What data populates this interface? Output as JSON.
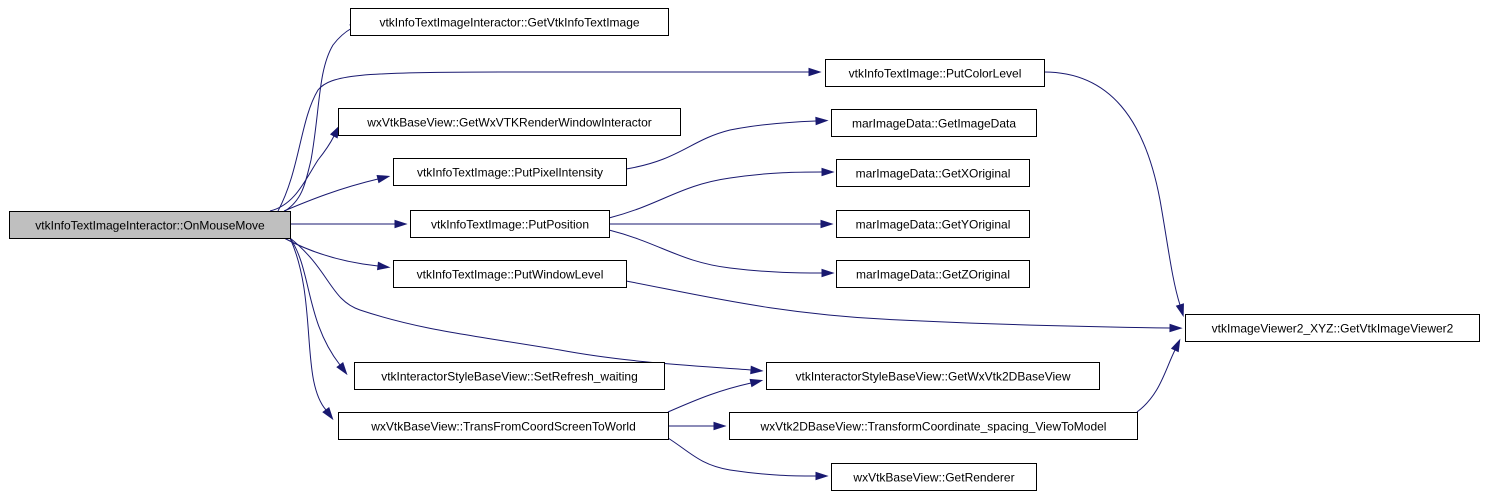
{
  "graph": {
    "nodes": [
      {
        "id": "root",
        "label": "vtkInfoTextImageInteractor::OnMouseMove"
      },
      {
        "id": "n1",
        "label": "vtkInfoTextImageInteractor::GetVtkInfoTextImage"
      },
      {
        "id": "n2",
        "label": "wxVtkBaseView::GetWxVTKRenderWindowInteractor"
      },
      {
        "id": "n3",
        "label": "vtkInfoTextImage::PutPixelIntensity"
      },
      {
        "id": "n4",
        "label": "vtkInfoTextImage::PutPosition"
      },
      {
        "id": "n5",
        "label": "vtkInfoTextImage::PutWindowLevel"
      },
      {
        "id": "n6",
        "label": "vtkInteractorStyleBaseView::SetRefresh_waiting"
      },
      {
        "id": "n7",
        "label": "wxVtkBaseView::TransFromCoordScreenToWorld"
      },
      {
        "id": "n8",
        "label": "vtkInfoTextImage::PutColorLevel"
      },
      {
        "id": "n9",
        "label": "marImageData::GetImageData"
      },
      {
        "id": "n10",
        "label": "marImageData::GetXOriginal"
      },
      {
        "id": "n11",
        "label": "marImageData::GetYOriginal"
      },
      {
        "id": "n12",
        "label": "marImageData::GetZOriginal"
      },
      {
        "id": "n13",
        "label": "vtkInteractorStyleBaseView::GetWxVtk2DBaseView"
      },
      {
        "id": "n14",
        "label": "wxVtk2DBaseView::TransformCoordinate_spacing_ViewToModel"
      },
      {
        "id": "n15",
        "label": "wxVtkBaseView::GetRenderer"
      },
      {
        "id": "n16",
        "label": "vtkImageViewer2_XYZ::GetVtkImageViewer2"
      }
    ],
    "edges": [
      {
        "from": "root",
        "to": "n1"
      },
      {
        "from": "root",
        "to": "n2"
      },
      {
        "from": "root",
        "to": "n3"
      },
      {
        "from": "root",
        "to": "n4"
      },
      {
        "from": "root",
        "to": "n5"
      },
      {
        "from": "root",
        "to": "n6"
      },
      {
        "from": "root",
        "to": "n7"
      },
      {
        "from": "root",
        "to": "n8"
      },
      {
        "from": "root",
        "to": "n13"
      },
      {
        "from": "n3",
        "to": "n9"
      },
      {
        "from": "n4",
        "to": "n10"
      },
      {
        "from": "n4",
        "to": "n11"
      },
      {
        "from": "n4",
        "to": "n12"
      },
      {
        "from": "n5",
        "to": "n16"
      },
      {
        "from": "n8",
        "to": "n16"
      },
      {
        "from": "n7",
        "to": "n13"
      },
      {
        "from": "n7",
        "to": "n14"
      },
      {
        "from": "n7",
        "to": "n15"
      },
      {
        "from": "n14",
        "to": "n16"
      }
    ]
  },
  "colors": {
    "edge": "#191970",
    "root_fill": "#bfbfbf",
    "node_fill": "#ffffff",
    "node_border": "#000000"
  }
}
